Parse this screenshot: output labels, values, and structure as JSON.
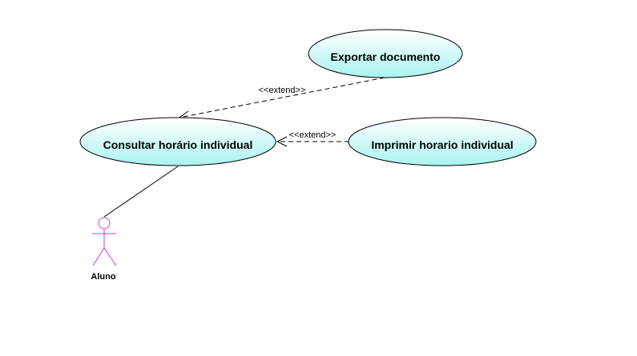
{
  "diagram": {
    "use_cases": {
      "exportar": "Exportar documento",
      "consultar": "Consultar horário individual",
      "imprimir": "Imprimir horario individual"
    },
    "actor": {
      "name": "Aluno"
    },
    "relations": {
      "extend_exportar": "<<extend>>",
      "extend_imprimir": "<<extend>>"
    }
  },
  "colors": {
    "usecase_fill_top": "#ffffff",
    "usecase_fill_bottom": "#a8f4f0",
    "usecase_stroke": "#000000",
    "actor_stroke": "#d040d0",
    "line_stroke": "#000000"
  }
}
